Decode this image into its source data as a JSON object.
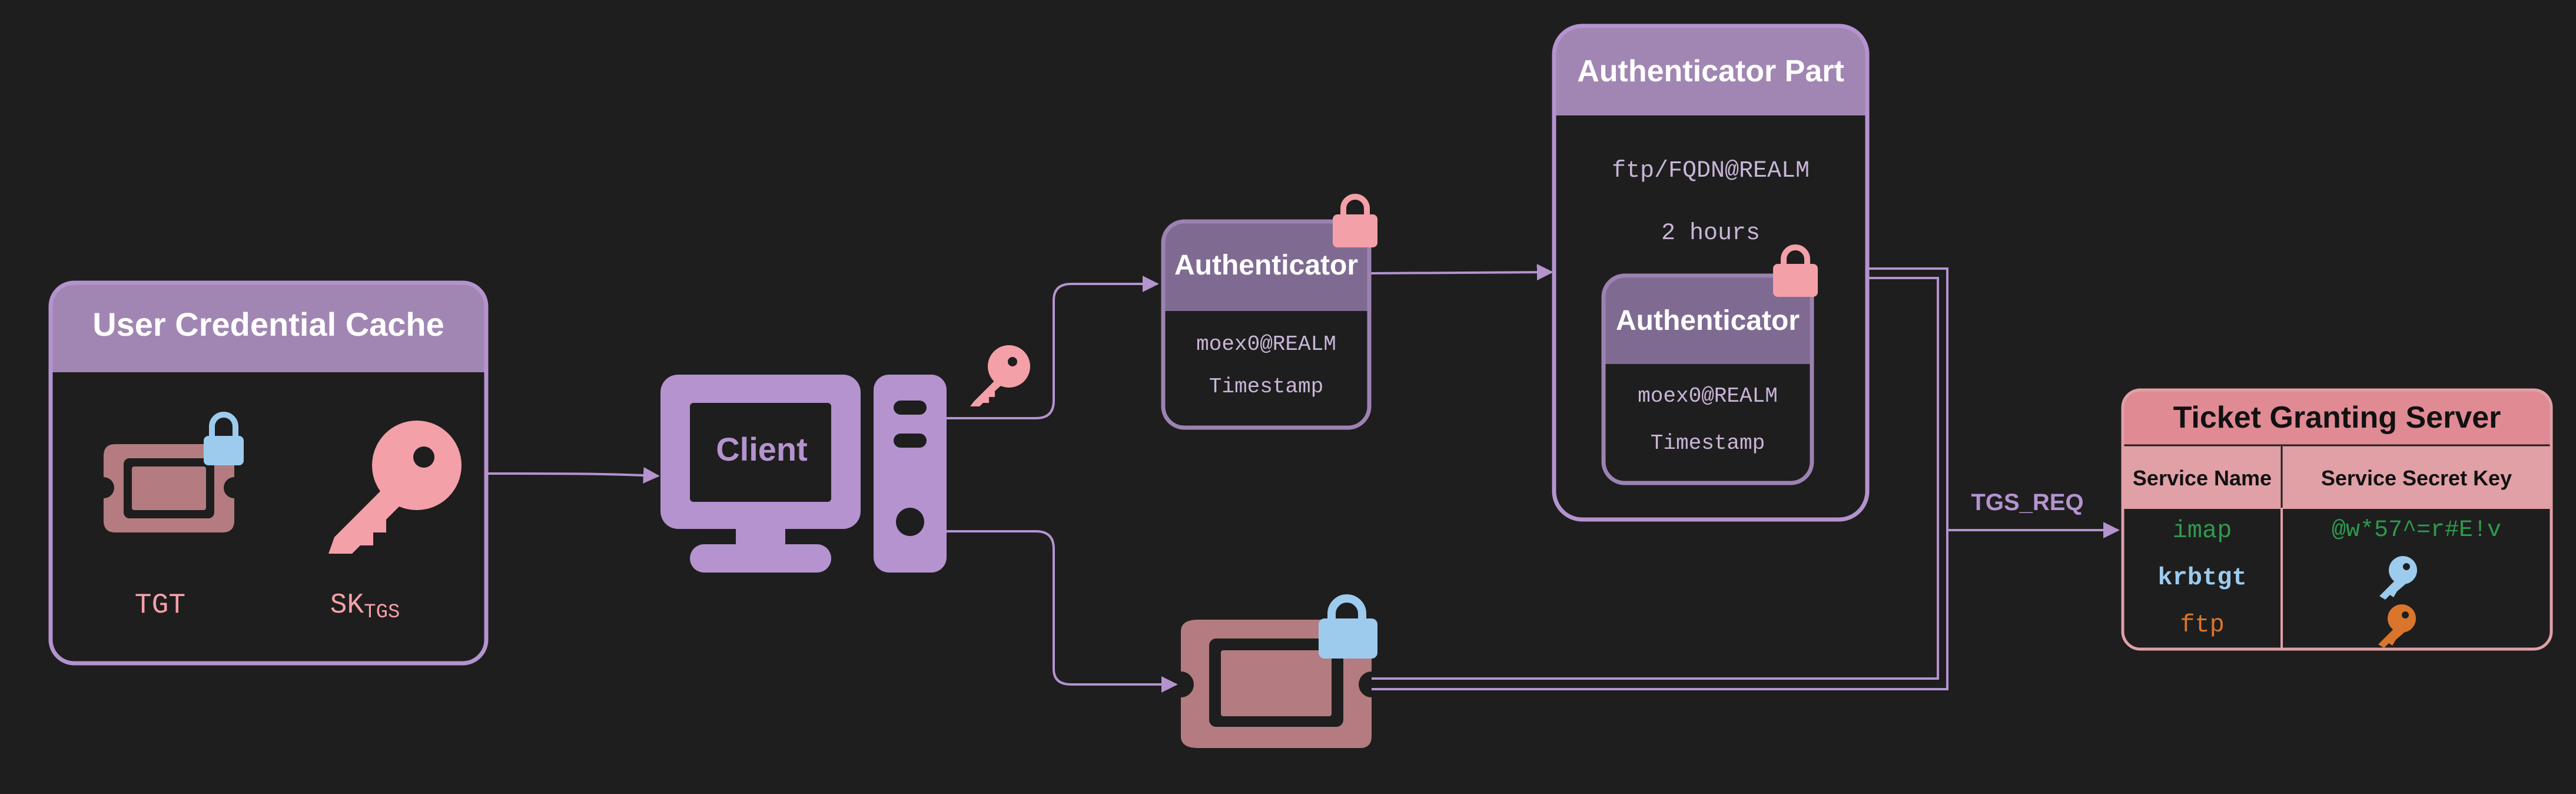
{
  "colors": {
    "background": "#1e1e1e",
    "purple": "#b493cf",
    "purple_dark": "#9c82b2",
    "purple_mid": "#7f6b92",
    "pink": "#f4a0a8",
    "ticket": "#b47c80",
    "blue": "#9ccbee",
    "green": "#2e9a4e",
    "orange": "#d9762c",
    "tgs_header": "#e08a94"
  },
  "cache": {
    "title": "User Credential Cache",
    "tgt_label": "TGT",
    "sk_label": "SK",
    "sk_sub": "TGS"
  },
  "client": {
    "label": "Client"
  },
  "authenticator_top": {
    "title": "Authenticator",
    "line1": "moex0@REALM",
    "line2": "Timestamp"
  },
  "authenticator_part": {
    "title": "Authenticator Part",
    "line1": "ftp/FQDN@REALM",
    "line2": "2 hours",
    "inner": {
      "title": "Authenticator",
      "line1": "moex0@REALM",
      "line2": "Timestamp"
    }
  },
  "edge_label": "TGS_REQ",
  "tgs": {
    "title": "Ticket Granting Server",
    "col_service": "Service Name",
    "col_key": "Service Secret Key",
    "rows": [
      {
        "name": "imap",
        "key": "@w*57^=r#E!v",
        "color": "#2e9a4e",
        "key_icon": ""
      },
      {
        "name": "krbtgt",
        "key": "",
        "color": "#9ccbee",
        "key_icon": "key-icon-blue"
      },
      {
        "name": "ftp",
        "key": "",
        "color": "#d9762c",
        "key_icon": "key-icon-orange"
      }
    ]
  }
}
